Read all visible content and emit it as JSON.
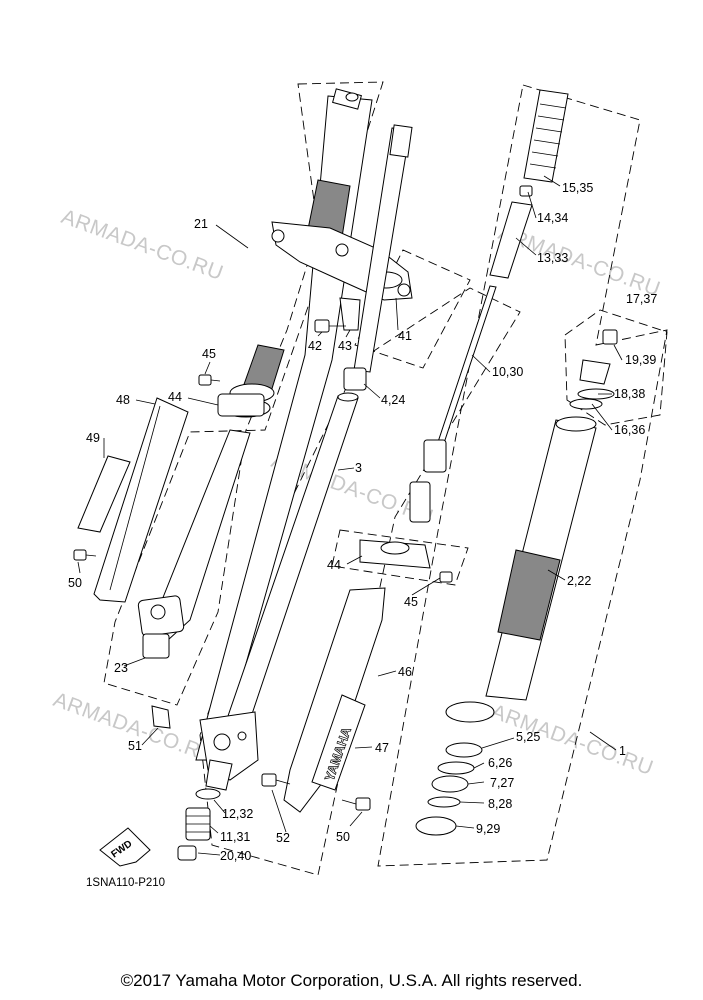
{
  "watermark": "ARMADA-CO.RU",
  "diagram_code": "1SNA110-P210",
  "copyright": "©2017 Yamaha Motor Corporation, U.S.A. All rights reserved.",
  "brand_mark": "YAMAHA",
  "fwd_mark": "FWD",
  "labels": {
    "l21": "21",
    "l45a": "45",
    "l44a": "44",
    "l48": "48",
    "l49": "49",
    "l50a": "50",
    "l23": "23",
    "l51": "51",
    "l12_32": "12,32",
    "l11_31": "11,31",
    "l20_40": "20,40",
    "l52": "52",
    "l50b": "50",
    "l42": "42",
    "l43": "43",
    "l41": "41",
    "l4_24": "4,24",
    "l3": "3",
    "l44b": "44",
    "l45b": "45",
    "l46": "46",
    "l47": "47",
    "l10_30": "10,30",
    "l13_33": "13,33",
    "l14_34": "14,34",
    "l15_35": "15,35",
    "l17_37": "17,37",
    "l19_39": "19,39",
    "l18_38": "18,38",
    "l16_36": "16,36",
    "l2_22": "2,22",
    "l5_25": "5,25",
    "l6_26": "6,26",
    "l7_27": "7,27",
    "l8_28": "8,28",
    "l9_29": "9,29",
    "l1": "1"
  }
}
